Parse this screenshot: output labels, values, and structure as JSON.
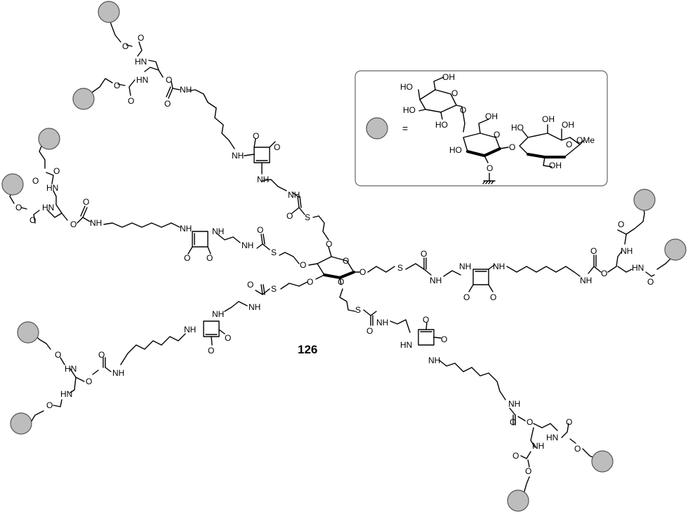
{
  "compound_label": "126",
  "legend": {
    "equals": "=",
    "labels": {
      "ho": "HO",
      "oh": "OH",
      "o": "O",
      "ome": "OMe"
    }
  },
  "atom_labels": {
    "nh": "NH",
    "hn": "HN",
    "n": "N",
    "h": "H",
    "o": "O",
    "s": "S"
  }
}
